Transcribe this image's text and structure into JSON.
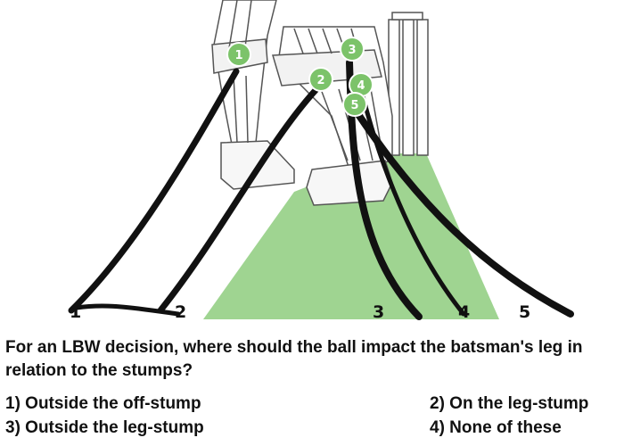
{
  "diagram": {
    "markers": [
      "1",
      "2",
      "3",
      "4",
      "5"
    ],
    "path_labels": [
      "1",
      "2",
      "3",
      "4",
      "5"
    ],
    "colors": {
      "pitch": "#9fd491",
      "marker": "#7cc36a",
      "path": "#111111",
      "outline": "#555555"
    }
  },
  "question": {
    "text": "For an LBW decision, where should the ball impact the batsman's leg in relation to the stumps?"
  },
  "options": [
    {
      "label": "1) Outside the off-stump"
    },
    {
      "label": "2) On the leg-stump"
    },
    {
      "label": "3) Outside the leg-stump"
    },
    {
      "label": "4) None of these"
    }
  ]
}
